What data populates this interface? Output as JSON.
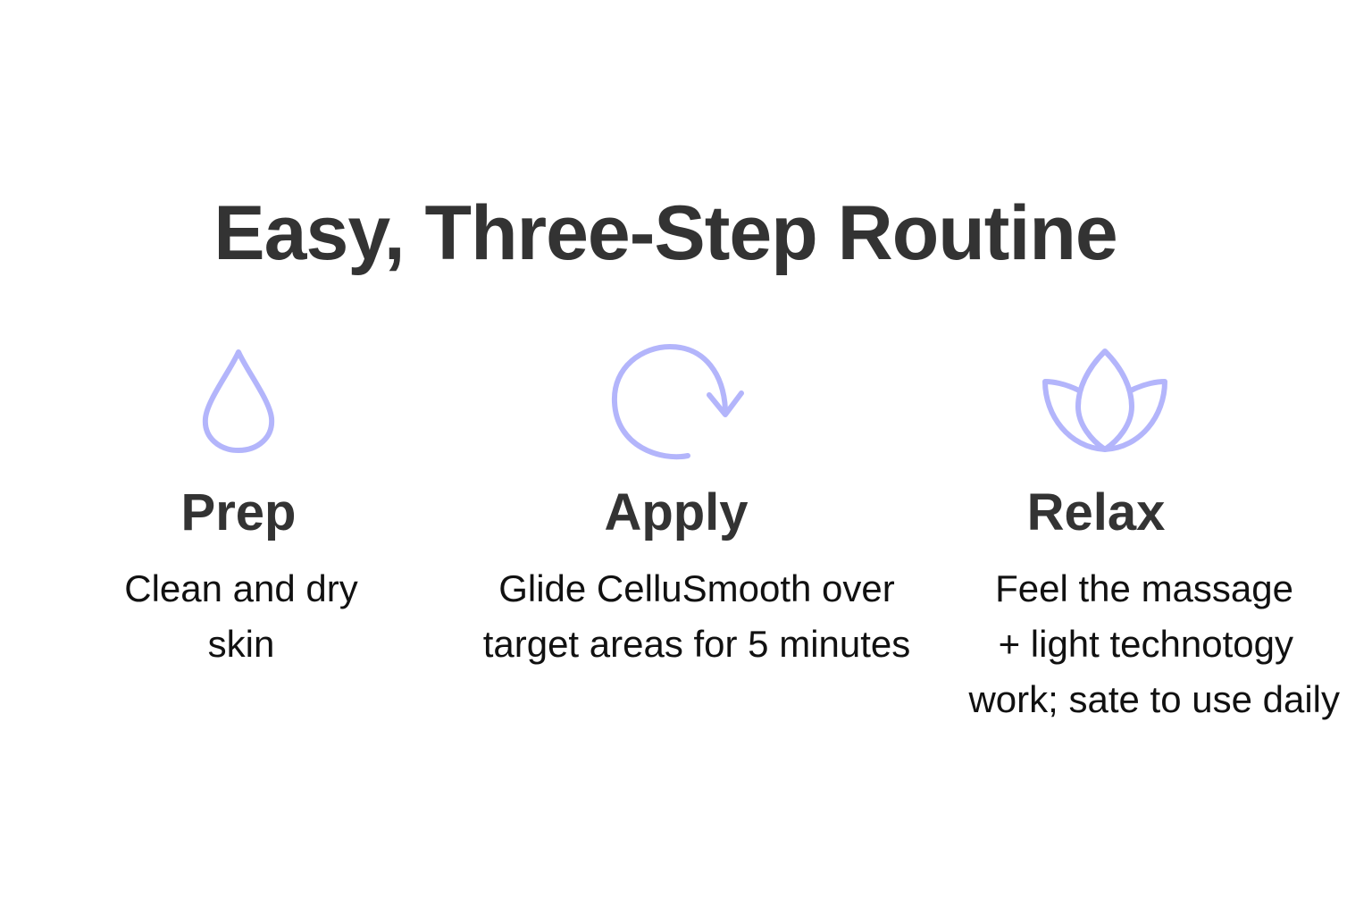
{
  "title": "Easy, Three-Step Routine",
  "colors": {
    "icon": "#b3b5fb",
    "heading": "#333333"
  },
  "steps": [
    {
      "icon": "water-drop-icon",
      "title": "Prep",
      "desc_lines": [
        "Clean and dry",
        "skin"
      ]
    },
    {
      "icon": "circular-arrow-icon",
      "title": "Apply",
      "desc_lines": [
        "Glide CelluSmooth over",
        "target areas for 5 minutes"
      ]
    },
    {
      "icon": "lotus-icon",
      "title": "Relax",
      "desc_lines": [
        "Feel the massage",
        "+ light technotogy",
        "work; sate to use daily"
      ]
    }
  ]
}
